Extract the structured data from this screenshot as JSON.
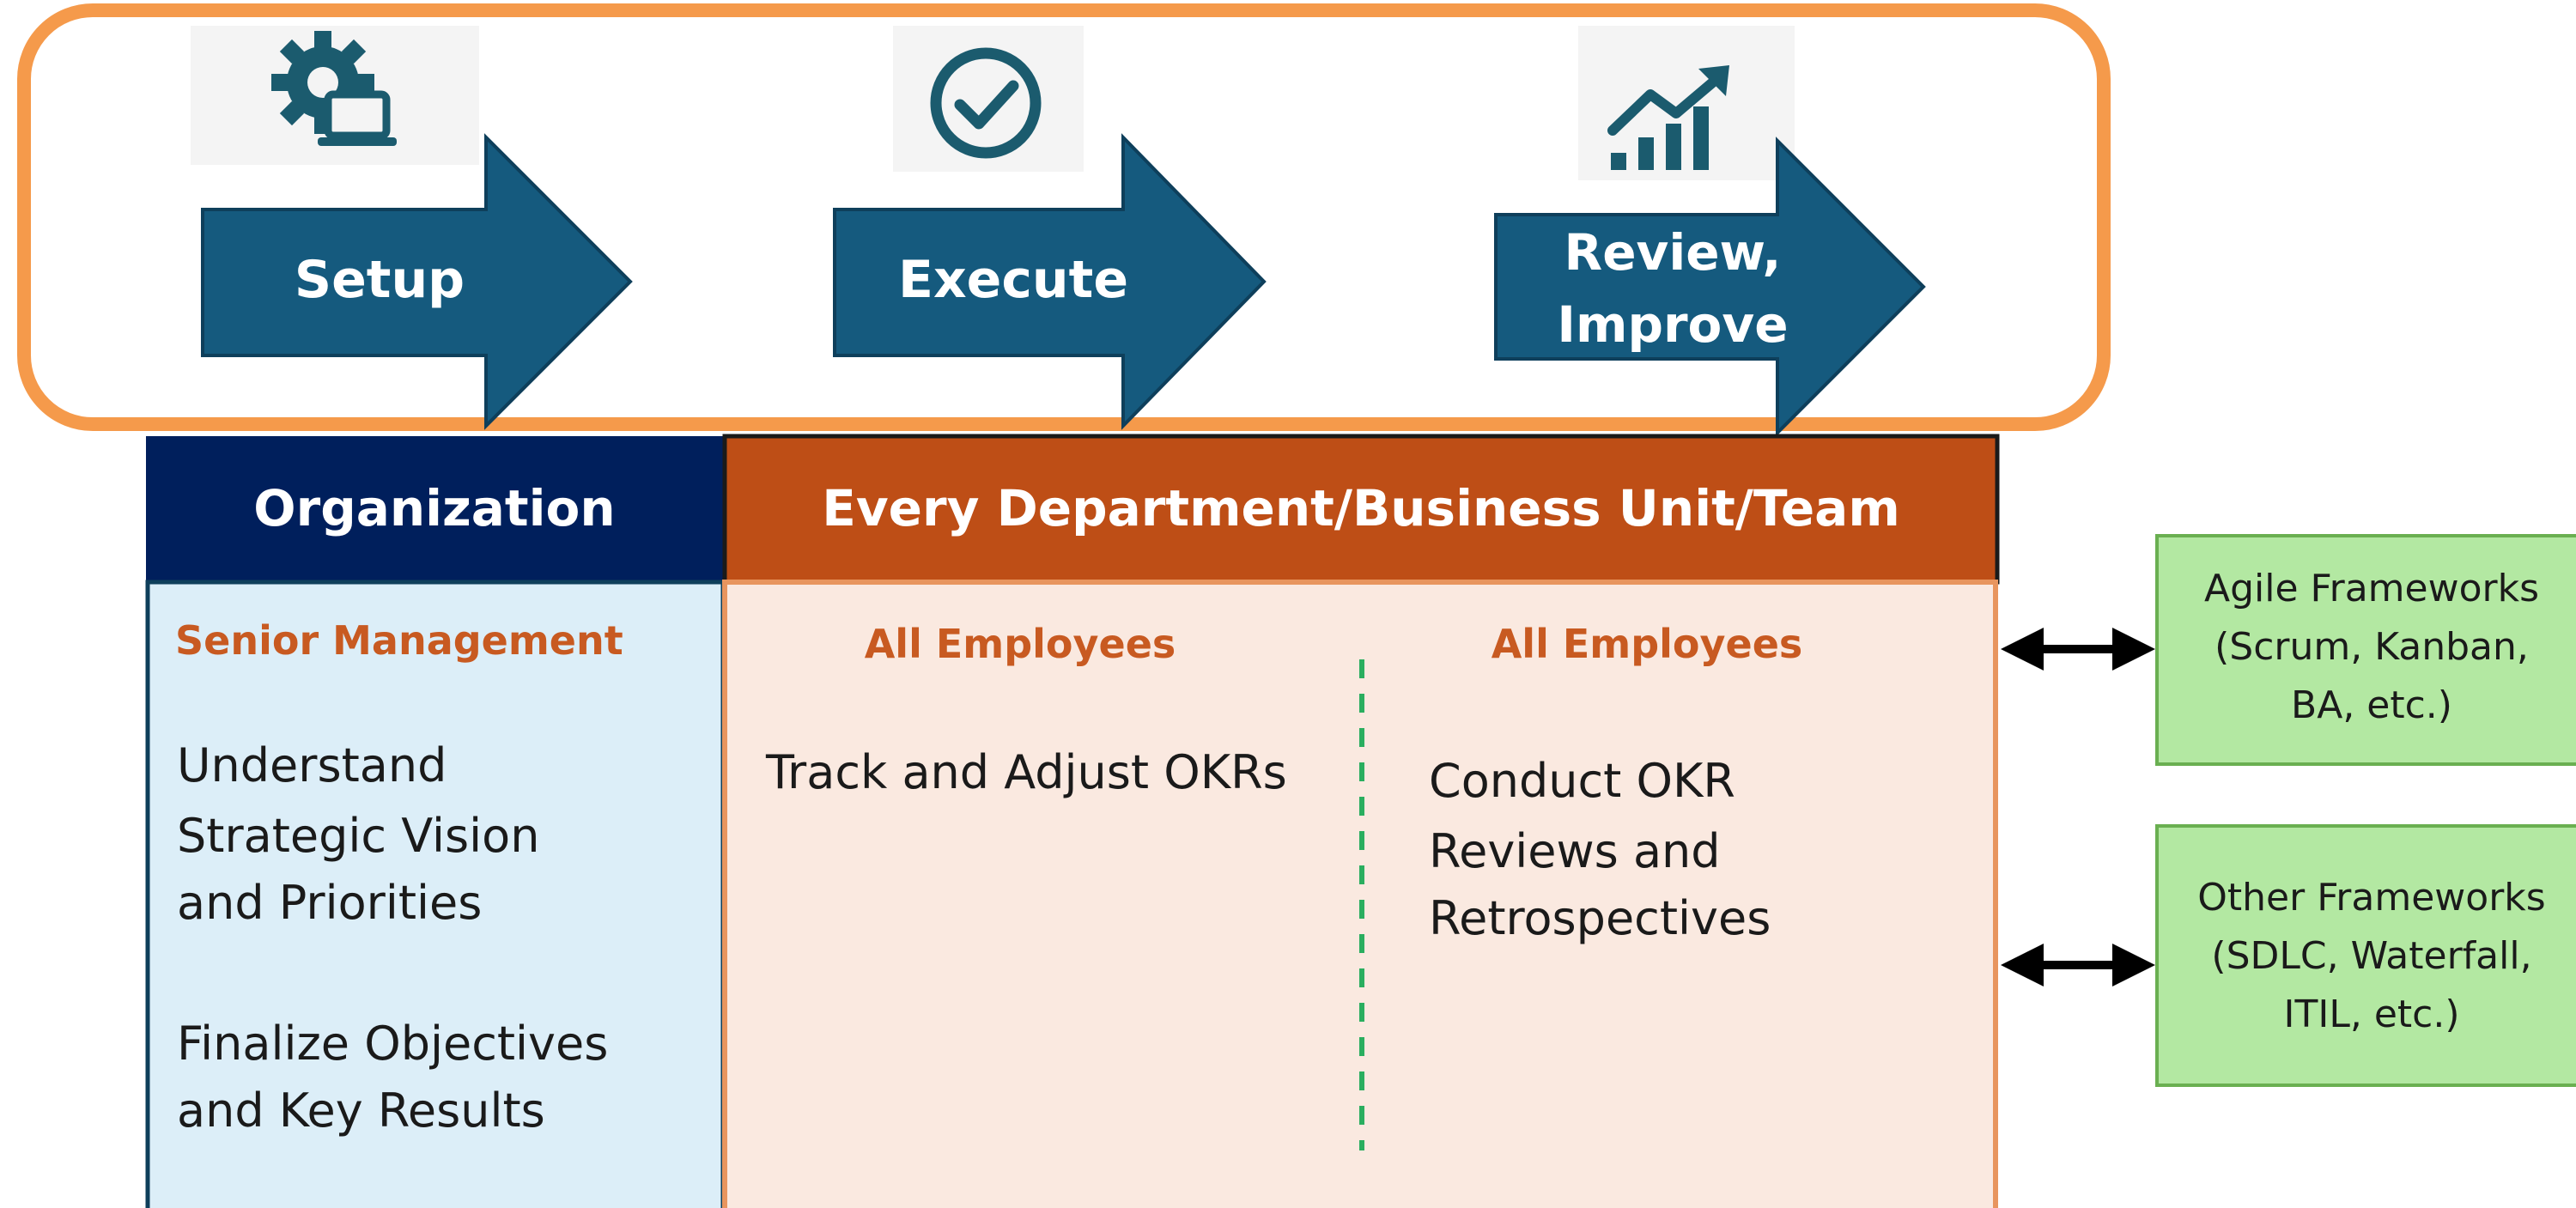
{
  "colors": {
    "phase_border": "#F59A4B",
    "arrow_fill": "#155A7E",
    "arrow_stroke": "#0E3F5B",
    "icon_color": "#1B5B6E",
    "icon_background": "#F4F4F4",
    "org_header": "#001F5C",
    "dept_header": "#BE4E16",
    "org_body": "#DCEEF8",
    "dept_body": "#FAE9E0",
    "section_heading": "#C85A21",
    "divider_dashed": "#2AAE5F",
    "framework_box_fill": "#B3E8A2",
    "framework_box_stroke": "#6AAF51",
    "connector_arrow": "#000000"
  },
  "phases": [
    {
      "icon": "gear-laptop-icon",
      "label_lines": [
        "Setup"
      ]
    },
    {
      "icon": "check-circle-icon",
      "label_lines": [
        "Execute"
      ]
    },
    {
      "icon": "growth-chart-icon",
      "label_lines": [
        "Review,",
        "Improve"
      ]
    }
  ],
  "organization": {
    "header": "Organization",
    "role": "Senior Management",
    "tasks": [
      [
        "Understand",
        "Strategic Vision",
        "and Priorities"
      ],
      [
        "Finalize Objectives",
        "and Key Results"
      ]
    ]
  },
  "departments": {
    "header": "Every Department/Business Unit/Team",
    "left": {
      "role": "All Employees",
      "task_lines": [
        "Track and Adjust OKRs"
      ]
    },
    "right": {
      "role": "All Employees",
      "task_lines": [
        "Conduct OKR",
        "Reviews and",
        "Retrospectives"
      ]
    }
  },
  "frameworks": [
    {
      "lines": [
        "Agile Frameworks",
        "(Scrum, Kanban,",
        "BA, etc.)"
      ]
    },
    {
      "lines": [
        "Other Frameworks",
        "(SDLC, Waterfall,",
        "ITIL, etc.)"
      ]
    }
  ]
}
